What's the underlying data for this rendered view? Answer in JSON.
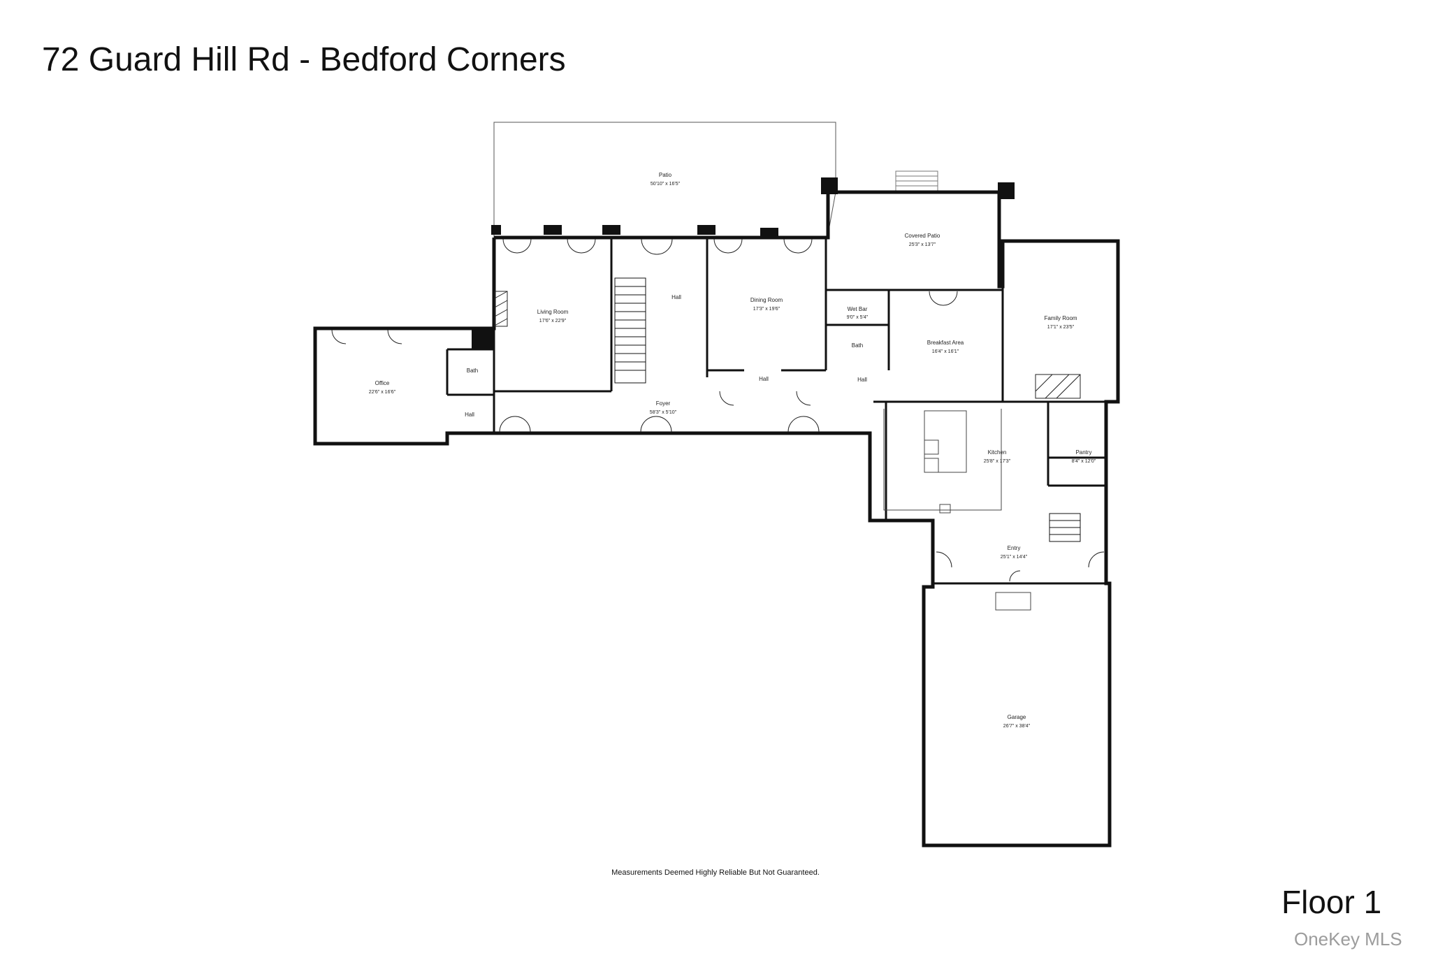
{
  "title": "72 Guard Hill Rd - Bedford Corners",
  "floor_label": "Floor 1",
  "disclaimer": "Measurements Deemed Highly Reliable But Not Guaranteed.",
  "watermark": "OneKey MLS",
  "rooms": {
    "patio": {
      "name": "Patio",
      "dims": "50'10\" x 16'5\""
    },
    "covered_patio": {
      "name": "Covered Patio",
      "dims": "25'3\" x 13'7\""
    },
    "living_room": {
      "name": "Living Room",
      "dims": "17'6\" x 22'9\""
    },
    "hall_main": {
      "name": "Hall"
    },
    "dining_room": {
      "name": "Dining Room",
      "dims": "17'3\" x 19'6\""
    },
    "wet_bar": {
      "name": "Wet Bar",
      "dims": "9'0\" x 5'4\""
    },
    "bath_center": {
      "name": "Bath"
    },
    "hall_small": {
      "name": "Hall"
    },
    "hall_right": {
      "name": "Hall"
    },
    "breakfast_area": {
      "name": "Breakfast Area",
      "dims": "16'4\" x 16'1\""
    },
    "family_room": {
      "name": "Family Room",
      "dims": "17'1\" x 23'5\""
    },
    "office": {
      "name": "Office",
      "dims": "22'6\" x 16'6\""
    },
    "bath_left": {
      "name": "Bath"
    },
    "hall_left": {
      "name": "Hall"
    },
    "foyer": {
      "name": "Foyer",
      "dims": "58'3\" x 5'10\""
    },
    "kitchen": {
      "name": "Kitchen",
      "dims": "25'8\" x 17'3\""
    },
    "pantry": {
      "name": "Pantry",
      "dims": "8'4\" x 12'0\""
    },
    "entry": {
      "name": "Entry",
      "dims": "25'1\" x 14'4\""
    },
    "garage": {
      "name": "Garage",
      "dims": "26'7\" x 38'4\""
    }
  }
}
